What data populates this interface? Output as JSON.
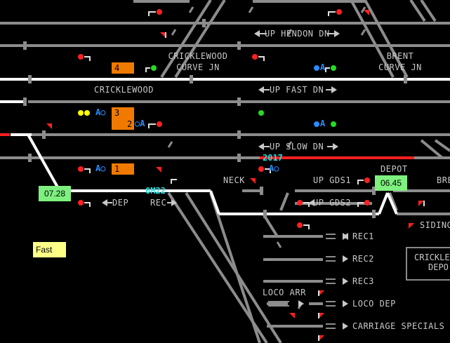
{
  "labels": {
    "up_hendon_dn": "UP HENDON DN",
    "cricklewood_curve_jn": [
      "CRICKLEWOOD",
      "CURVE JN"
    ],
    "brent_curve_jn": [
      "BRENT",
      "CURVE JN"
    ],
    "cricklewood": "CRICKLEWOOD",
    "up_fast_dn": "UP FAST DN",
    "up_slow_dn": "UP SLOW DN",
    "neck": "NECK",
    "depot": "DEPOT",
    "up_gds1": "UP GDS1",
    "up_gds2": "UP GDS2",
    "dep": "DEP",
    "rec": "REC",
    "siding": "SIDING",
    "br": "BRE",
    "loco_arr": "LOCO ARR",
    "rec1": "REC1",
    "rec2": "REC2",
    "rec3": "REC3",
    "loco_dep": "LOCO DEP",
    "carriage_specials": "CARRIAGE SPECIALS",
    "cricklewood_depot": [
      "CRICKLE",
      "DEPO"
    ]
  },
  "berths": {
    "b2017": "2017",
    "b0m22": "0M22"
  },
  "platforms": {
    "p4": "4",
    "p3": "3",
    "p2": "2",
    "p1": "1"
  },
  "route_marks": {
    "a": "A",
    "ao": "A○",
    "o": "○A"
  },
  "timers": {
    "t0728": "07.28",
    "t0645": "06.45"
  },
  "note": "Fast",
  "colors": {
    "track_idle": "#8c8c8c",
    "track_set": "#ffffff",
    "track_occupied": "#ff2020",
    "signal_red": "#ff2020",
    "signal_green": "#22dd22",
    "signal_yellow": "#ffff00",
    "signal_blue": "#2a8cff",
    "platform": "#f07a00",
    "timer_bg": "#7ef07e",
    "note_bg": "#ffff88",
    "berth_text": "#22e0e0"
  }
}
